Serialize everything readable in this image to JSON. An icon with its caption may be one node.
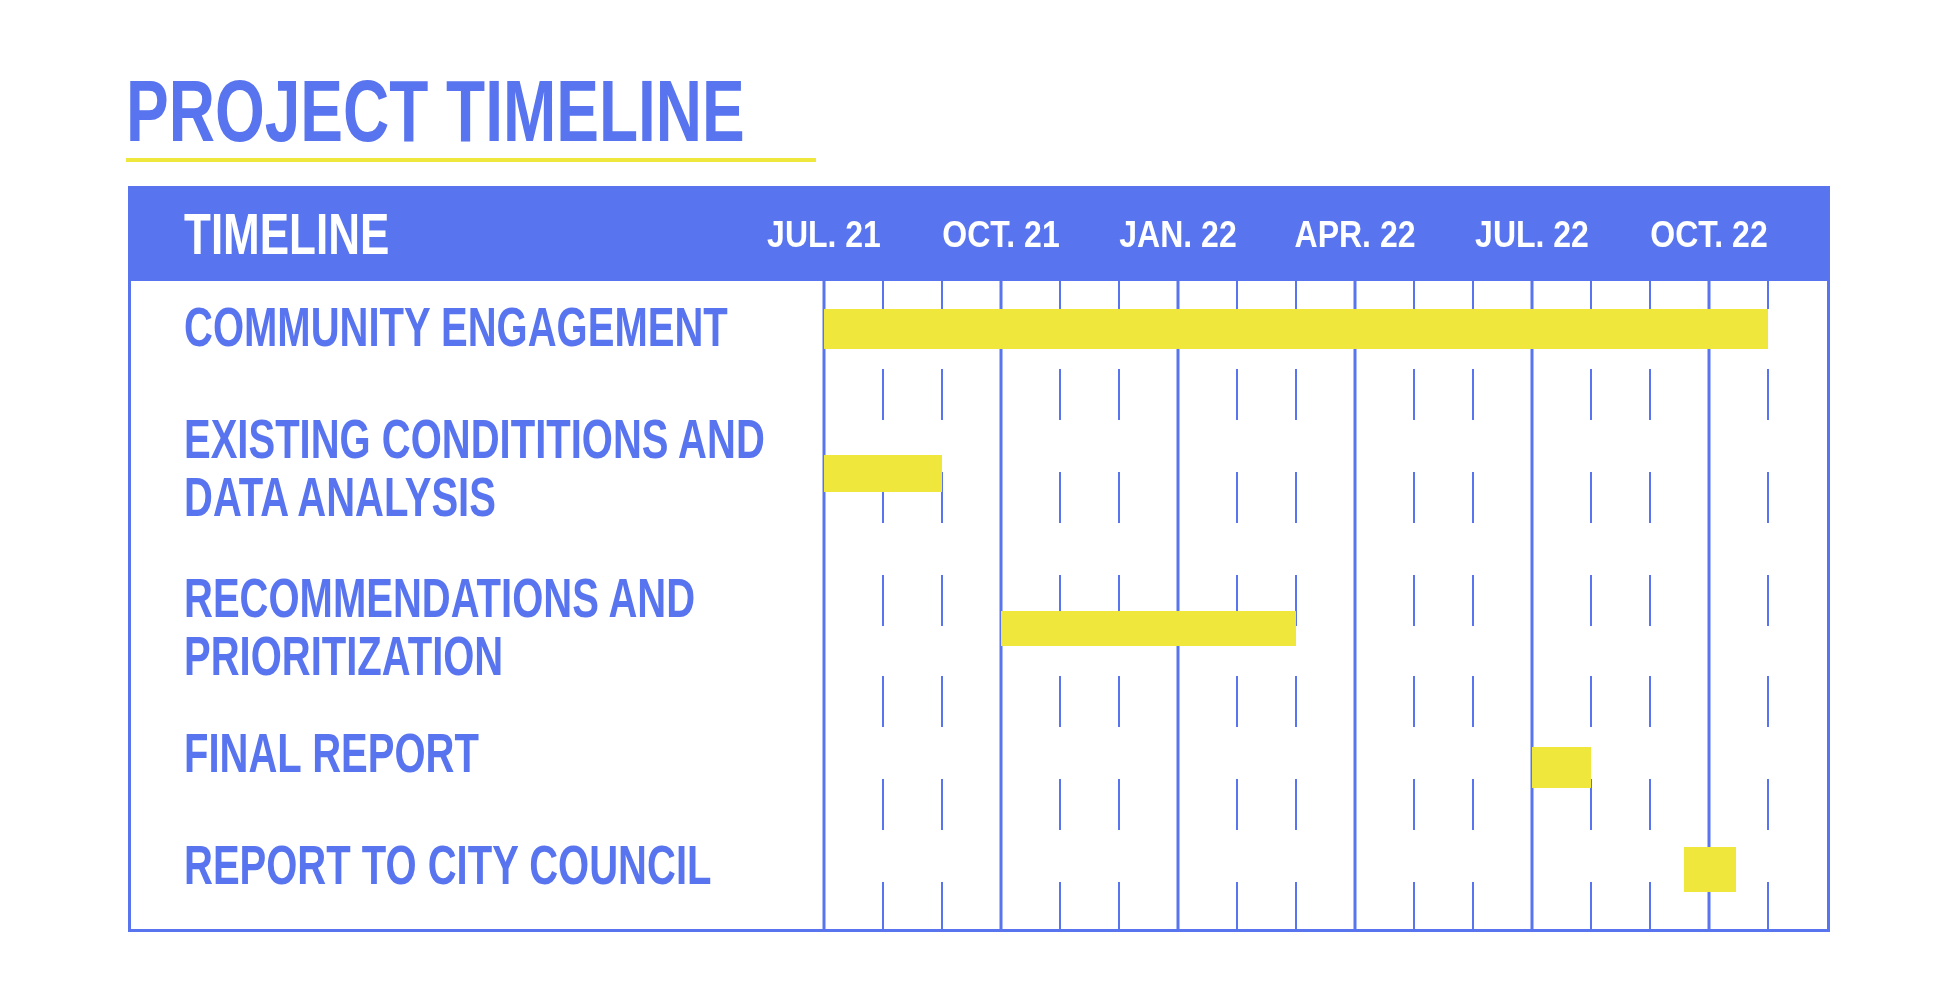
{
  "diagram": {
    "title": "PROJECT TIMELINE",
    "nodes": [
      {
        "text": [],
        "shape": "bar"
      },
      {
        "text": [],
        "shape": "bar"
      },
      {
        "text": [],
        "shape": "bar"
      },
      {
        "text": [],
        "shape": "bar"
      },
      {
        "text": [],
        "shape": "bar"
      }
    ],
    "labels": [
      "TIMELINE",
      "JUL. 21",
      "OCT. 21",
      "JAN. 22",
      "APR. 22",
      "JUL. 22",
      "OCT. 22",
      "COMMUNITY ENGAGEMENT",
      "EXISTING CONDITITIONS AND DATA ANALYSIS",
      "RECOMMENDATIONS AND PRIORITIZATION",
      "FINAL REPORT",
      "REPORT TO CITY COUNCIL"
    ]
  }
}
